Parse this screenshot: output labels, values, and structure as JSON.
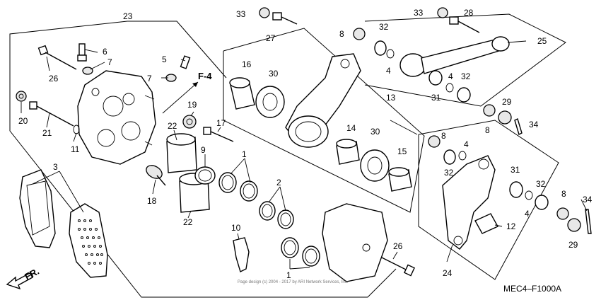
{
  "diagram_code": "MEC4–F1000A",
  "watermark": "Page design (c) 2004 - 2017 by ARI Network Services, Inc.",
  "direction_label": "FR.",
  "reference_label": "F-4",
  "callouts": [
    {
      "id": "c23",
      "text": "23"
    },
    {
      "id": "c6",
      "text": "6"
    },
    {
      "id": "c7a",
      "text": "7"
    },
    {
      "id": "c5",
      "text": "5"
    },
    {
      "id": "c7b",
      "text": "7"
    },
    {
      "id": "c26a",
      "text": "26"
    },
    {
      "id": "c20",
      "text": "20"
    },
    {
      "id": "c21",
      "text": "21"
    },
    {
      "id": "c11",
      "text": "11"
    },
    {
      "id": "c3",
      "text": "3"
    },
    {
      "id": "c22a",
      "text": "22"
    },
    {
      "id": "c9",
      "text": "9"
    },
    {
      "id": "c22b",
      "text": "22"
    },
    {
      "id": "c19",
      "text": "19"
    },
    {
      "id": "c17",
      "text": "17"
    },
    {
      "id": "c18",
      "text": "18"
    },
    {
      "id": "c1a",
      "text": "1"
    },
    {
      "id": "c2",
      "text": "2"
    },
    {
      "id": "c10",
      "text": "10"
    },
    {
      "id": "c1b",
      "text": "1"
    },
    {
      "id": "c26b",
      "text": "26"
    },
    {
      "id": "c33a",
      "text": "33"
    },
    {
      "id": "c27",
      "text": "27"
    },
    {
      "id": "c16",
      "text": "16"
    },
    {
      "id": "c30a",
      "text": "30"
    },
    {
      "id": "c8a",
      "text": "8"
    },
    {
      "id": "c32a",
      "text": "32"
    },
    {
      "id": "c4a",
      "text": "4"
    },
    {
      "id": "c13",
      "text": "13"
    },
    {
      "id": "c14",
      "text": "14"
    },
    {
      "id": "c30b",
      "text": "30"
    },
    {
      "id": "c15",
      "text": "15"
    },
    {
      "id": "c33b",
      "text": "33"
    },
    {
      "id": "c28",
      "text": "28"
    },
    {
      "id": "c25",
      "text": "25"
    },
    {
      "id": "c4b",
      "text": "4"
    },
    {
      "id": "c32b",
      "text": "32"
    },
    {
      "id": "c31a",
      "text": "31"
    },
    {
      "id": "c29a",
      "text": "29"
    },
    {
      "id": "c8b",
      "text": "8"
    },
    {
      "id": "c34a",
      "text": "34"
    },
    {
      "id": "c8c",
      "text": "8"
    },
    {
      "id": "c4c",
      "text": "4"
    },
    {
      "id": "c32c",
      "text": "32"
    },
    {
      "id": "c31b",
      "text": "31"
    },
    {
      "id": "c32d",
      "text": "32"
    },
    {
      "id": "c4d",
      "text": "4"
    },
    {
      "id": "c12",
      "text": "12"
    },
    {
      "id": "c24",
      "text": "24"
    },
    {
      "id": "c8d",
      "text": "8"
    },
    {
      "id": "c34b",
      "text": "34"
    },
    {
      "id": "c29b",
      "text": "29"
    }
  ]
}
